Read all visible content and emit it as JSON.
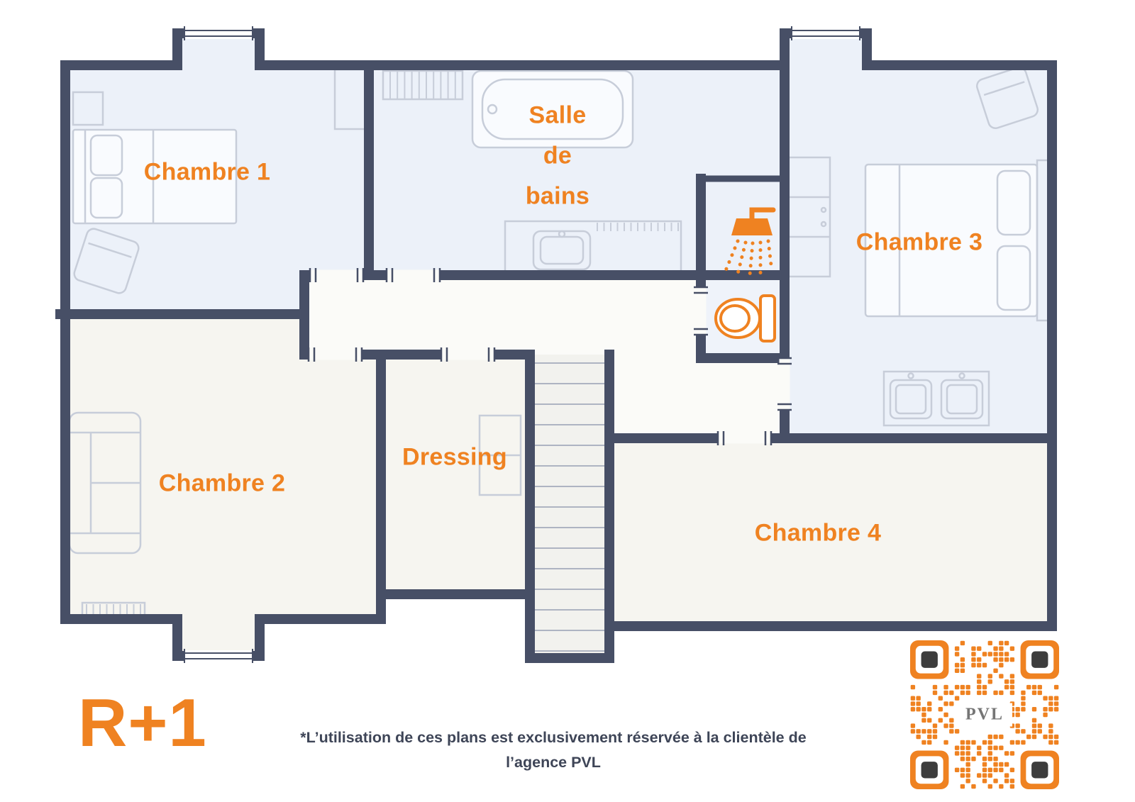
{
  "plan": {
    "floor_label": "R+1",
    "rooms": {
      "chambre1": {
        "label": "Chambre 1"
      },
      "salle_de_bains": {
        "lines": [
          "Salle",
          "de",
          "bains"
        ]
      },
      "chambre3": {
        "label": "Chambre 3"
      },
      "chambre2": {
        "label": "Chambre 2"
      },
      "dressing": {
        "label": "Dressing"
      },
      "chambre4": {
        "label": "Chambre 4"
      }
    },
    "icons": [
      {
        "name": "shower-icon"
      },
      {
        "name": "toilet-icon"
      },
      {
        "name": "qr-code"
      }
    ]
  },
  "footer": {
    "disclaimer_line1": "*L’utilisation de ces plans est exclusivement réservée à la clientèle de",
    "disclaimer_line2": "l’agence PVL"
  },
  "qr": {
    "logo_text": "PVL"
  },
  "colors": {
    "accent_orange": "#ef8221",
    "wall": "#474f66",
    "room_blue": "#ecf1f9",
    "room_warm": "#f6f5f0"
  }
}
